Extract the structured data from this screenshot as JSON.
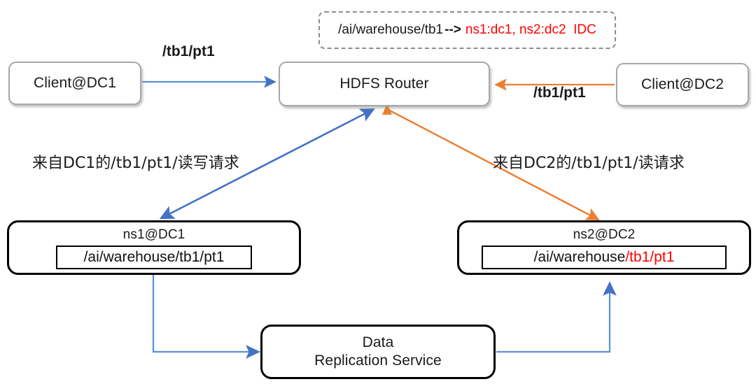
{
  "diagram": {
    "title": "HDFS Router cross-datacenter mount and data replication flow",
    "colors": {
      "blue": "#5b8fd4",
      "blue_arrow": "#4472c4",
      "orange": "#ed7d31",
      "red": "#ff0000",
      "gray_border": "#a8a8a8",
      "black_border": "#000000",
      "dashed_border": "#8c8c8c"
    },
    "mount_note": {
      "path": "/ai/warehouse/tb1",
      "arrow": "-->",
      "targets": "ns1:dc1, ns2:dc2",
      "suffix": "IDC"
    },
    "nodes": {
      "client_dc1": {
        "label": "Client@DC1"
      },
      "client_dc2": {
        "label": "Client@DC2"
      },
      "router": {
        "label": "HDFS Router"
      },
      "ns1": {
        "title": "ns1@DC1",
        "path_black": "/ai/warehouse/tb1/pt1",
        "path_red": ""
      },
      "ns2": {
        "title": "ns2@DC2",
        "path_black": "/ai/warehouse",
        "path_red": "/tb1/pt1"
      },
      "replication": {
        "line1": "Data",
        "line2": "Replication Service"
      }
    },
    "edges": {
      "client1_to_router": {
        "label": "/tb1/pt1",
        "color": "#4472c4"
      },
      "client2_to_router": {
        "label": "/tb1/pt1",
        "color": "#ed7d31"
      },
      "router_ns1": {
        "label": "来自DC1的/tb1/pt1/读写请求",
        "color": "#4472c4"
      },
      "router_ns2": {
        "label": "来自DC2的/tb1/pt1/读请求",
        "color": "#ed7d31"
      },
      "ns1_to_replication": {
        "label": "",
        "color": "#5b8fd4"
      },
      "replication_to_ns2": {
        "label": "",
        "color": "#5b8fd4"
      }
    }
  }
}
